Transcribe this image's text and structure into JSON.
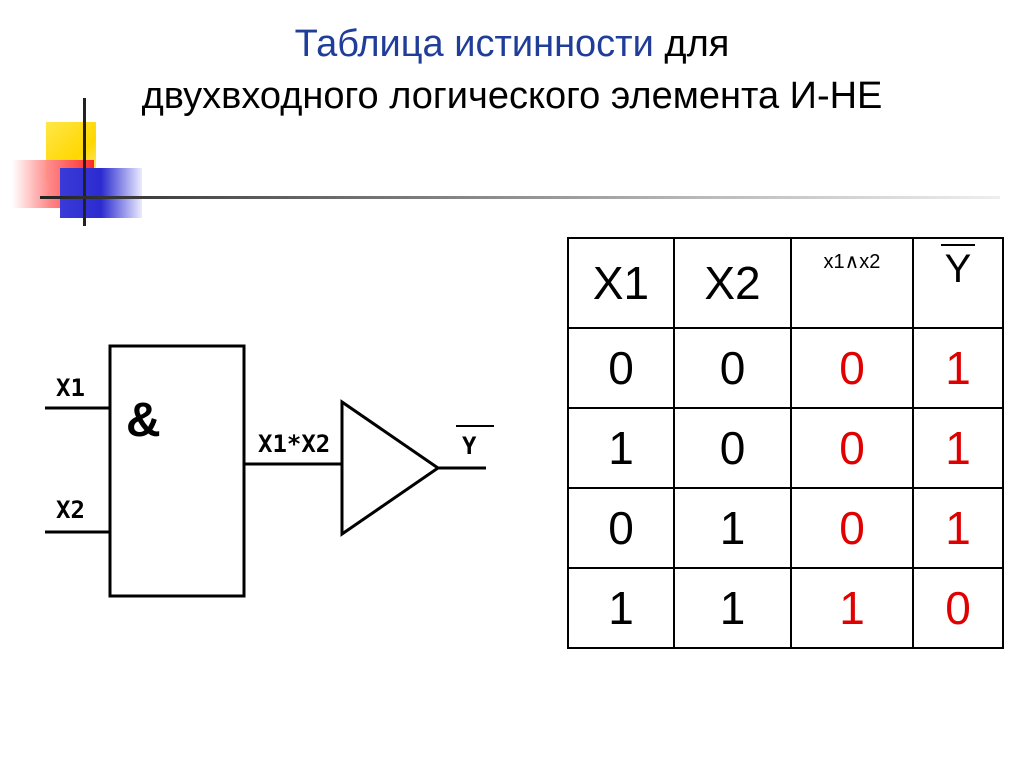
{
  "title": {
    "part_blue": "Таблица истинности",
    "part_black": "для",
    "line2": "двухвходного логического элемента И-НЕ"
  },
  "gate": {
    "input1_label": "X1",
    "input2_label": "X2",
    "symbol": "&",
    "intermediate_label": "X1*X2",
    "output_label": "Y"
  },
  "table": {
    "headers": [
      "X1",
      "X2",
      "x1∧x2",
      "Y"
    ],
    "rows": [
      [
        "0",
        "0",
        "0",
        "1"
      ],
      [
        "1",
        "0",
        "0",
        "1"
      ],
      [
        "0",
        "1",
        "0",
        "1"
      ],
      [
        "1",
        "1",
        "1",
        "0"
      ]
    ]
  },
  "colors": {
    "title_blue": "#1f3d99",
    "result_red": "#e00000"
  }
}
